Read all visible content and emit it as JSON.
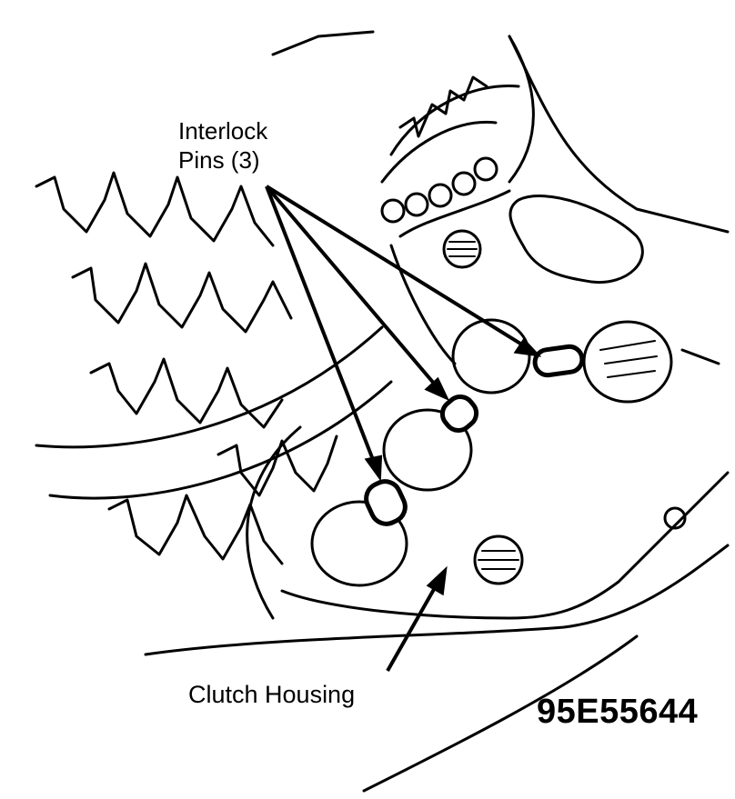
{
  "labels": {
    "interlock_line1": "Interlock",
    "interlock_line2": "Pins (3)",
    "clutch_housing": "Clutch Housing",
    "figure_id": "95E55644"
  },
  "colors": {
    "ink": "#000000",
    "paper": "#ffffff"
  }
}
